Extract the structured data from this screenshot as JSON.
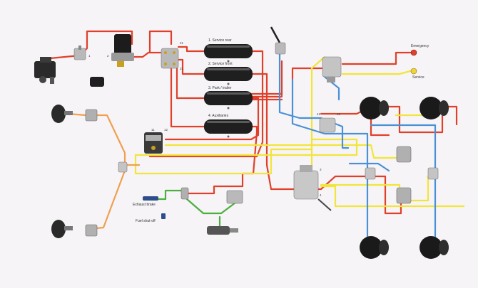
{
  "colors": {
    "background": "#f6f4f7",
    "supply_line": "#e0402a",
    "control_line": "#f2e53a",
    "blue_line": "#4a90d6",
    "orange_line": "#f0a050",
    "green_line": "#4caf3c",
    "tank": "#1f1f1f",
    "valve_body": "#b9b9b9",
    "chamber": "#1a1a1a"
  },
  "tanks": [
    {
      "label": "1. Service rear"
    },
    {
      "label": "2. Service front"
    },
    {
      "label": "3. Park / trailer"
    },
    {
      "label": "4. Auxiliaries"
    }
  ],
  "trailer_lines": {
    "emergency": "Emergency",
    "service": "Service"
  },
  "controls": {
    "exhaust_brake": "Exhaust brake",
    "fuel_shutoff": "Fuel shut-off"
  },
  "port_labels": [
    "1",
    "2",
    "21",
    "22",
    "11",
    "12",
    "41",
    "42",
    "3",
    "4"
  ]
}
